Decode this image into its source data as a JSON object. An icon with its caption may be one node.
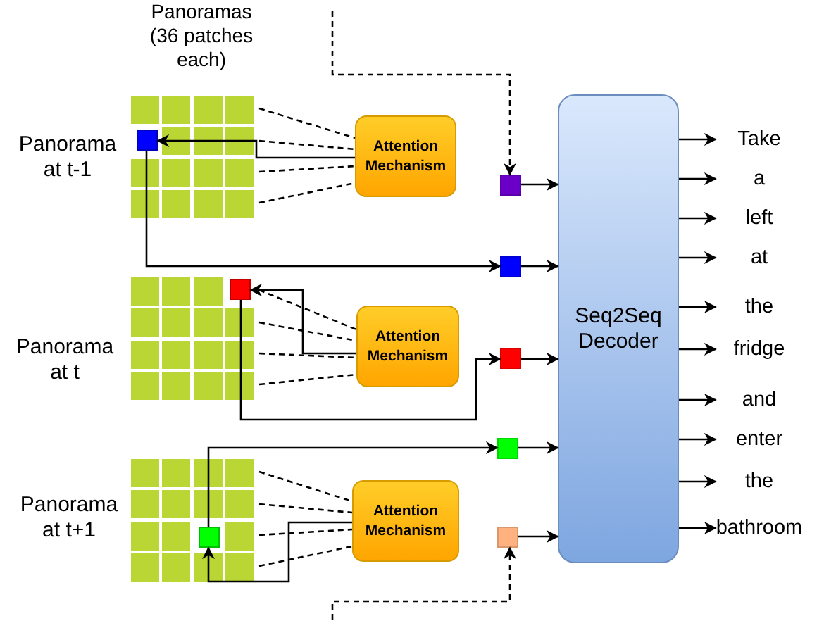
{
  "diagram": {
    "nodes": [
      {
        "text": [],
        "shape": "grid",
        "beside": [
          "Panorama at t-1"
        ]
      },
      {
        "text": [],
        "shape": "box",
        "in": 0
      },
      {
        "text": [
          "Attention Mechanism"
        ]
      },
      {
        "text": [],
        "shape": "grid",
        "beside": [
          "Panorama at t"
        ]
      },
      {
        "text": [],
        "shape": "box",
        "in": 3
      },
      {
        "text": [
          "Attention Mechanism"
        ]
      },
      {
        "text": [],
        "shape": "grid",
        "beside": [
          "Panorama at t+1"
        ]
      },
      {
        "text": [],
        "shape": "box",
        "in": 6
      },
      {
        "text": [
          "Attention Mechanism"
        ]
      },
      {
        "text": [],
        "shape": "box"
      },
      {
        "text": [],
        "shape": "box"
      },
      {
        "text": [],
        "shape": "box"
      },
      {
        "text": [],
        "shape": "box"
      },
      {
        "text": [],
        "shape": "box"
      },
      {
        "text": [
          "Seq2Seq Decoder"
        ]
      },
      {
        "text": [
          "Take"
        ]
      },
      {
        "text": [
          "a"
        ]
      },
      {
        "text": [
          "left"
        ]
      },
      {
        "text": [
          "at"
        ]
      },
      {
        "text": [
          "the"
        ]
      },
      {
        "text": [
          "fridge"
        ]
      },
      {
        "text": [
          "and"
        ]
      },
      {
        "text": [
          "enter"
        ]
      },
      {
        "text": [
          "the"
        ]
      },
      {
        "text": [
          "bathroom"
        ]
      }
    ],
    "edges": [
      {
        "from": 0,
        "to": 2,
        "arrow": "none",
        "style": "dashed"
      },
      {
        "from": 0,
        "to": 2,
        "arrow": "none",
        "style": "dashed"
      },
      {
        "from": 0,
        "to": 2,
        "arrow": "none",
        "style": "dashed"
      },
      {
        "from": 0,
        "to": 2,
        "arrow": "none",
        "style": "dashed"
      },
      {
        "from": 3,
        "to": 5,
        "arrow": "none",
        "style": "dashed"
      },
      {
        "from": 3,
        "to": 5,
        "arrow": "none",
        "style": "dashed"
      },
      {
        "from": 3,
        "to": 5,
        "arrow": "none",
        "style": "dashed"
      },
      {
        "from": 3,
        "to": 5,
        "arrow": "none",
        "style": "dashed"
      },
      {
        "from": 6,
        "to": 8,
        "arrow": "none",
        "style": "dashed"
      },
      {
        "from": 6,
        "to": 8,
        "arrow": "none",
        "style": "dashed"
      },
      {
        "from": 6,
        "to": 8,
        "arrow": "none",
        "style": "dashed"
      },
      {
        "from": 6,
        "to": 8,
        "arrow": "none",
        "style": "dashed"
      },
      {
        "from": 2,
        "to": 1,
        "arrow": "to"
      },
      {
        "from": 1,
        "to": 10,
        "arrow": "to"
      },
      {
        "from": 5,
        "to": 4,
        "arrow": "to"
      },
      {
        "from": 4,
        "to": 11,
        "arrow": "to"
      },
      {
        "from": 8,
        "to": 7,
        "arrow": "to"
      },
      {
        "from": 7,
        "to": 12,
        "arrow": "to"
      },
      {
        "from": null,
        "to": 9,
        "arrow": "to",
        "style": "dashed"
      },
      {
        "from": null,
        "to": 13,
        "arrow": "to",
        "style": "dashed"
      },
      {
        "from": 9,
        "to": 14,
        "arrow": "to"
      },
      {
        "from": 10,
        "to": 14,
        "arrow": "to"
      },
      {
        "from": 11,
        "to": 14,
        "arrow": "to"
      },
      {
        "from": 12,
        "to": 14,
        "arrow": "to"
      },
      {
        "from": 13,
        "to": 14,
        "arrow": "to"
      },
      {
        "from": 14,
        "to": 15,
        "arrow": "to"
      },
      {
        "from": 14,
        "to": 16,
        "arrow": "to"
      },
      {
        "from": 14,
        "to": 17,
        "arrow": "to"
      },
      {
        "from": 14,
        "to": 18,
        "arrow": "to"
      },
      {
        "from": 14,
        "to": 19,
        "arrow": "to"
      },
      {
        "from": 14,
        "to": 20,
        "arrow": "to"
      },
      {
        "from": 14,
        "to": 21,
        "arrow": "to"
      },
      {
        "from": 14,
        "to": 22,
        "arrow": "to"
      },
      {
        "from": 14,
        "to": 23,
        "arrow": "to"
      },
      {
        "from": 14,
        "to": 24,
        "arrow": "to"
      }
    ],
    "labels": [
      "Panoramas (36 patches each)"
    ]
  }
}
